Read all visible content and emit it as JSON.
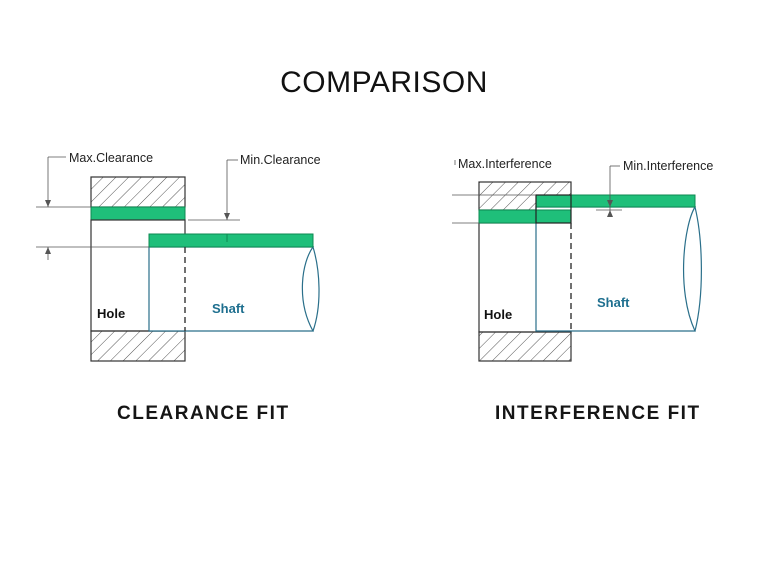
{
  "title": "COMPARISON",
  "colors": {
    "tolerance_band": "#1fbf7a",
    "tolerance_band_stroke": "#0d8a52",
    "outline": "#333333",
    "shaft_text": "#1e6f8f",
    "hatch": "#555555"
  },
  "clearance_fit": {
    "caption": "CLEARANCE FIT",
    "max_label": "Max.Clearance",
    "min_label": "Min.Clearance",
    "hole_label": "Hole",
    "shaft_label": "Shaft"
  },
  "interference_fit": {
    "caption": "INTERFERENCE FIT",
    "max_label": "Max.Interference",
    "min_label": "Min.Interference",
    "hole_label": "Hole",
    "shaft_label": "Shaft"
  }
}
